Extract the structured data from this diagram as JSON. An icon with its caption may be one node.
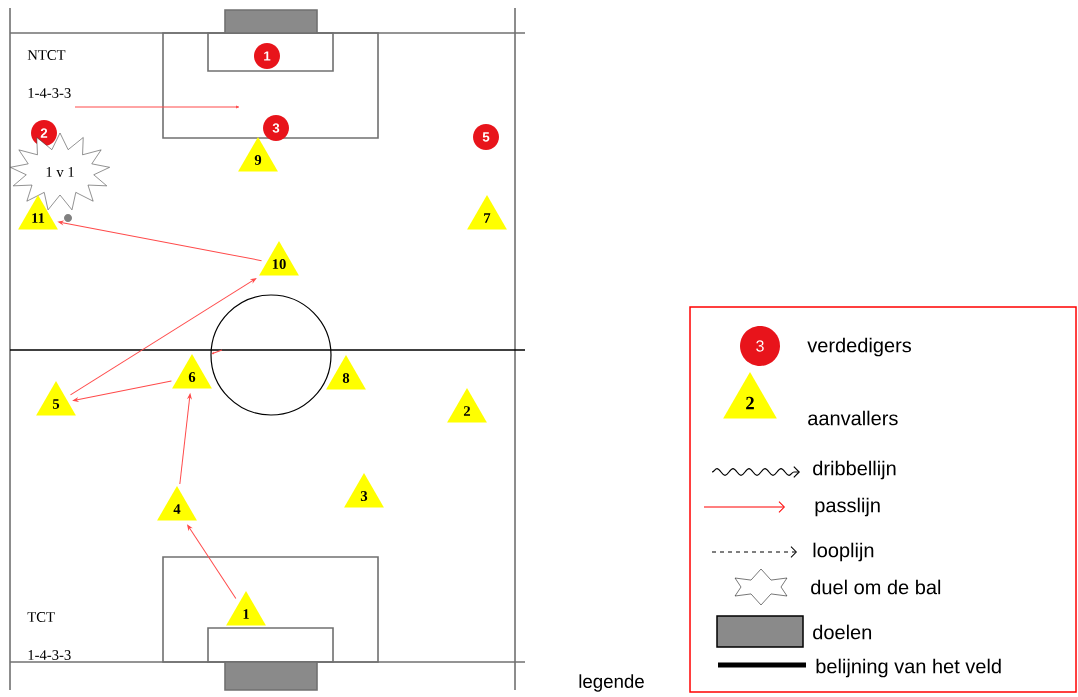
{
  "diagram": {
    "nodes": [
      {
        "text": [
          "1"
        ]
      },
      {
        "text": [
          "2"
        ]
      },
      {
        "text": [
          "3"
        ]
      },
      {
        "text": [
          "5"
        ]
      },
      {
        "text": [
          "9"
        ]
      },
      {
        "text": [
          "1 v 1"
        ]
      },
      {
        "text": [
          "11"
        ]
      },
      {
        "text": [
          "7"
        ]
      },
      {
        "text": [
          "10"
        ]
      },
      {
        "text": [
          "6"
        ]
      },
      {
        "text": [
          "8"
        ]
      },
      {
        "text": [
          "5"
        ]
      },
      {
        "text": [
          "2"
        ]
      },
      {
        "text": [
          "3"
        ]
      },
      {
        "text": [
          "4"
        ]
      },
      {
        "text": [
          "1"
        ]
      }
    ],
    "edges": [
      {
        "from": 15,
        "to": 14,
        "arrow": "to"
      },
      {
        "from": 14,
        "to": 9,
        "arrow": "to"
      },
      {
        "from": 9,
        "to": 11,
        "arrow": "to"
      },
      {
        "from": 11,
        "to": 8,
        "arrow": "to"
      },
      {
        "from": 8,
        "to": 6,
        "arrow": "to"
      }
    ],
    "labels": [
      "NTCT",
      "1-4-3-3",
      "TCT",
      "1-4-3-3",
      "3",
      "2",
      "legende"
    ],
    "legend": [
      {
        "text": "verdedigers"
      },
      {
        "text": "aanvallers"
      },
      {
        "text": "dribbellijn"
      },
      {
        "text": "passlijn"
      },
      {
        "text": "looplijn"
      },
      {
        "text": "duel om de bal"
      },
      {
        "text": "doelen"
      },
      {
        "text": "belijning van het veld"
      }
    ]
  }
}
